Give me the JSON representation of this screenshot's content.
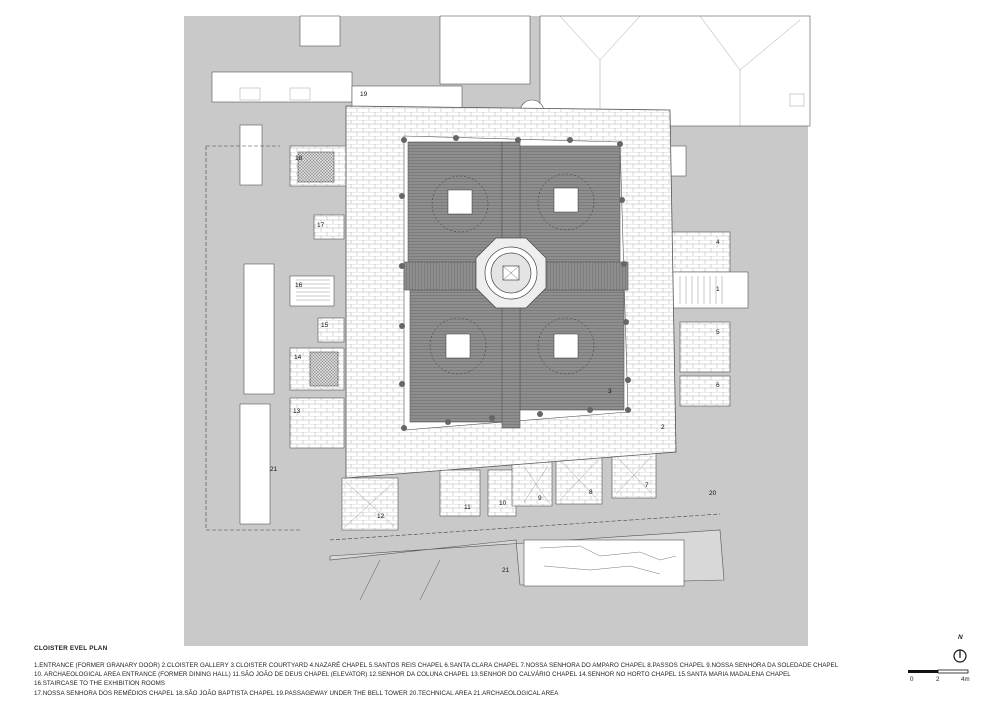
{
  "plan_title": "CLOISTER EVEL PLAN",
  "legend": [
    "1.ENTRANCE  (FORMER GRANARY DOOR)",
    "2.CLOISTER GALLERY",
    "3.CLOISTER COURTYARD",
    "4.NAZARÉ CHAPEL",
    "5.SANTOS REIS CHAPEL",
    "6.SANTA CLARA CHAPEL",
    "7.NOSSA SENHORA DO AMPARO CHAPEL",
    "8.PASSOS CHAPEL",
    "9.NOSSA SENHORA DA SOLEDADE CHAPEL",
    "10. ARCHAEOLOGICAL AREA ENTRANCE (FORMER DINING HALL)",
    "11.SÃO JOÃO DE DEUS CHAPEL (ELEVATOR)",
    "12.SENHOR DA COLUNA CHAPEL",
    "13.SENHOR DO CALVÁRIO CHAPEL",
    "14.SENHOR NO HORTO CHAPEL",
    "15.SANTA MARIA MADALENA CHAPEL",
    "16.STAIRCASE TO THE EXHIBITION ROOMS",
    "17.NOSSA SENHORA DOS REMÉDIOS CHAPEL",
    "18.SÃO JOÃO BAPTISTA CHAPEL",
    "19.PASSAGEWAY UNDER THE BELL TOWER",
    "20.TECHNICAL AREA",
    "21.ARCHAEOLOGICAL AREA"
  ],
  "room_numbers": [
    "1",
    "2",
    "3",
    "4",
    "5",
    "6",
    "7",
    "8",
    "9",
    "10",
    "11",
    "12",
    "13",
    "14",
    "15",
    "16",
    "17",
    "18",
    "19",
    "20",
    "21",
    "21"
  ],
  "north_label": "N",
  "scale_labels": [
    "0",
    "2",
    "4m"
  ],
  "colors": {
    "site_fill": "#c8c8c8",
    "courtyard_fill": "#8f8f8f",
    "gallery_fill": "#ffffff",
    "line": "#444444"
  }
}
